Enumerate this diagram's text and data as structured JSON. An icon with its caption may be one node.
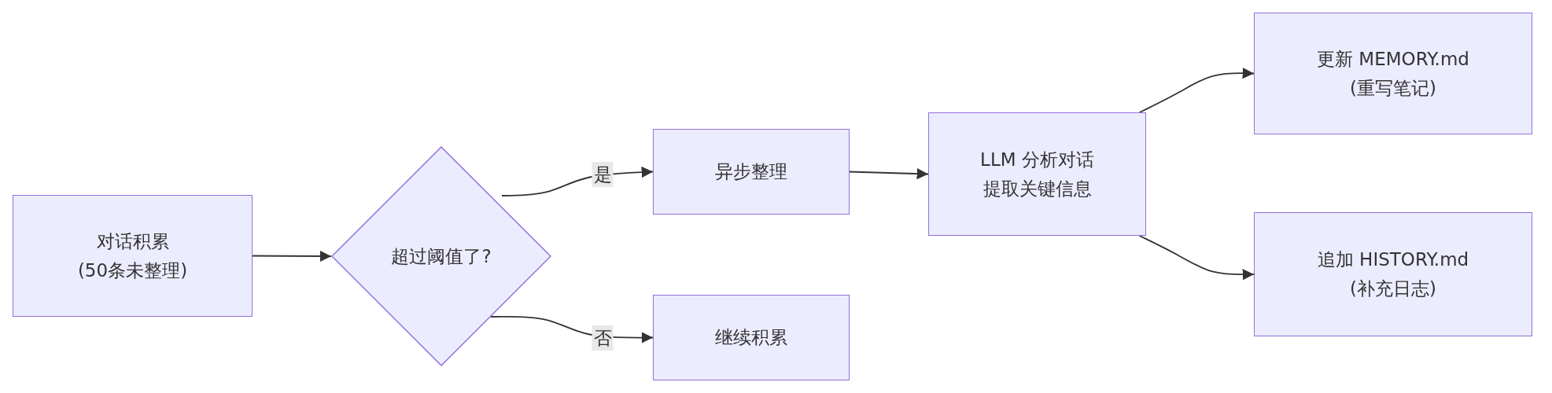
{
  "diagram": {
    "nodes": [
      {
        "text": [
          "对话积累",
          "(50条未整理)"
        ]
      },
      {
        "text": [
          "超过阈值了?"
        ]
      },
      {
        "text": [
          "异步整理"
        ]
      },
      {
        "text": [
          "继续积累"
        ]
      },
      {
        "text": [
          "LLM 分析对话",
          "提取关键信息"
        ]
      },
      {
        "text": [
          "更新 MEMORY.md",
          "(重写笔记)"
        ]
      },
      {
        "text": [
          "追加 HISTORY.md",
          "(补充日志)"
        ]
      }
    ],
    "edges": [
      {
        "from": 0,
        "to": 1,
        "arrow": "to"
      },
      {
        "from": 1,
        "to": 2,
        "arrow": "to",
        "label": "是"
      },
      {
        "from": 1,
        "to": 3,
        "arrow": "to",
        "label": "否"
      },
      {
        "from": 2,
        "to": 4,
        "arrow": "to"
      },
      {
        "from": 4,
        "to": 5,
        "arrow": "to"
      },
      {
        "from": 4,
        "to": 6,
        "arrow": "to"
      }
    ]
  }
}
